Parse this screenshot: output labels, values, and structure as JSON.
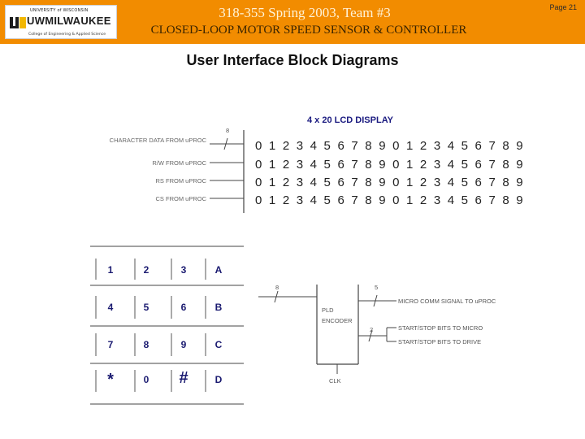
{
  "header": {
    "logo_university": "UNIVERSITY of WISCONSIN",
    "logo_name": "UWMILWAUKEE",
    "logo_college": "College of Engineering & Applied Science",
    "line1": "318-355 Spring 2003, Team #3",
    "line2": "CLOSED-LOOP MOTOR SPEED SENSOR & CONTROLLER",
    "page": "Page 21"
  },
  "title": "User Interface Block Diagrams",
  "lcd": {
    "title": "4 x 20 LCD DISPLAY",
    "bus_width": "8",
    "signals": [
      "CHARACTER DATA FROM uPROC",
      "R/W FROM uPROC",
      "RS FROM uPROC",
      "CS FROM uPROC"
    ],
    "rows": [
      "0 1 2 3 4 5 6 7 8 9 0 1 2 3 4 5 6 7 8 9",
      "0 1 2 3 4 5 6 7 8 9 0 1 2 3 4 5 6 7 8 9",
      "0 1 2 3 4 5 6 7 8 9 0 1 2 3 4 5 6 7 8 9",
      "0 1 2 3 4 5 6 7 8 9 0 1 2 3 4 5 6 7 8 9"
    ]
  },
  "keypad": {
    "rows": [
      [
        "1",
        "2",
        "3",
        "A"
      ],
      [
        "4",
        "5",
        "6",
        "B"
      ],
      [
        "7",
        "8",
        "9",
        "C"
      ],
      [
        "*",
        "0",
        "#",
        "D"
      ]
    ]
  },
  "encoder": {
    "label_line1": "PLD",
    "label_line2": "ENCODER",
    "clock": "CLK",
    "input_width": "8",
    "output_width_top": "5",
    "output_width_mid": "2",
    "outputs": [
      "MICRO COMM SIGNAL TO uPROC",
      "START/STOP BITS TO MICRO",
      "START/STOP BITS TO DRIVE"
    ]
  }
}
